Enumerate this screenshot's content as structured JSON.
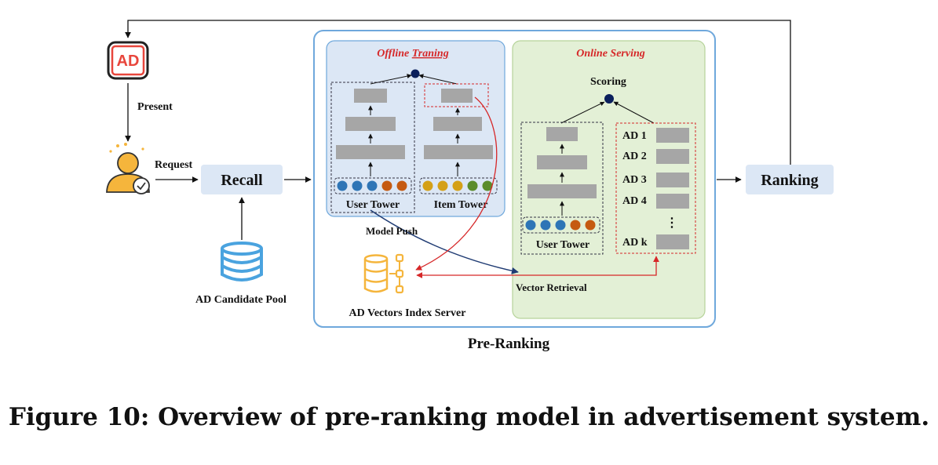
{
  "nodes": {
    "ad_icon_text": "AD",
    "present": "Present",
    "request": "Request",
    "recall": "Recall",
    "candidate_pool": "AD Candidate Pool",
    "ranking": "Ranking",
    "pre_ranking": "Pre-Ranking",
    "index_server": "AD Vectors Index Server",
    "model_push": "Model Push",
    "vector_retrieval": "Vector Retrieval"
  },
  "offline": {
    "title_part1": "Offline ",
    "title_part2": "Traning",
    "user_tower": "User Tower",
    "item_tower": "Item Tower"
  },
  "online": {
    "title": "Online Serving",
    "scoring": "Scoring",
    "user_tower": "User Tower",
    "ads": [
      "AD 1",
      "AD 2",
      "AD 3",
      "AD 4",
      "AD k"
    ],
    "ellipsis": "⋮"
  },
  "caption": {
    "label": "Figure 10:",
    "text": "Overview of pre-ranking model in advertisement system."
  },
  "colors": {
    "accent_red": "#d62728",
    "pre_ranking_border": "#6fa8dc",
    "offline_bg": "#dce7f5",
    "online_bg": "#e3f0d6",
    "box_grey": "#a6a6a6",
    "node_dark": "#0a1f5c",
    "dot_blue": "#2e75b6",
    "dot_orange": "#c55a11",
    "dot_yellow": "#d4a017",
    "dot_green": "#5b8c2a",
    "db_blue": "#4aa3df",
    "server_orange": "#f5b53c",
    "push_arrow": "#1f3b73"
  },
  "icons": [
    "ad-icon",
    "user-icon",
    "database-icon",
    "server-icon"
  ]
}
